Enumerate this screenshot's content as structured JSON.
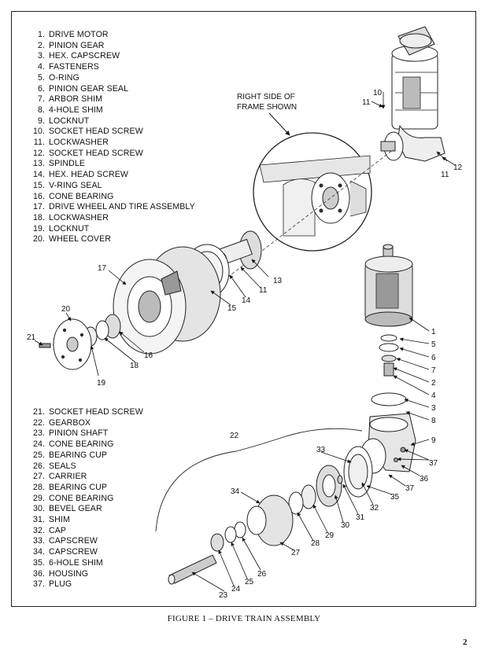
{
  "parts_top": [
    {
      "num": "1.",
      "name": "DRIVE MOTOR"
    },
    {
      "num": "2.",
      "name": "PINION GEAR"
    },
    {
      "num": "3.",
      "name": "HEX. CAPSCREW"
    },
    {
      "num": "4.",
      "name": "FASTENERS"
    },
    {
      "num": "5.",
      "name": "O-RING"
    },
    {
      "num": "6.",
      "name": "PINION GEAR SEAL"
    },
    {
      "num": "7.",
      "name": "ARBOR SHIM"
    },
    {
      "num": "8.",
      "name": "4-HOLE SHIM"
    },
    {
      "num": "9.",
      "name": "LOCKNUT"
    },
    {
      "num": "10.",
      "name": "SOCKET HEAD SCREW"
    },
    {
      "num": "11.",
      "name": "LOCKWASHER"
    },
    {
      "num": "12.",
      "name": "SOCKET HEAD SCREW"
    },
    {
      "num": "13.",
      "name": "SPINDLE"
    },
    {
      "num": "14.",
      "name": "HEX. HEAD SCREW"
    },
    {
      "num": "15.",
      "name": "V-RING SEAL"
    },
    {
      "num": "16.",
      "name": "CONE BEARING"
    },
    {
      "num": "17.",
      "name": "DRIVE WHEEL AND TIRE ASSEMBLY"
    },
    {
      "num": "18.",
      "name": "LOCKWASHER"
    },
    {
      "num": "19.",
      "name": "LOCKNUT"
    },
    {
      "num": "20.",
      "name": "WHEEL COVER"
    }
  ],
  "parts_bottom": [
    {
      "num": "21.",
      "name": "SOCKET HEAD SCREW"
    },
    {
      "num": "22.",
      "name": "GEARBOX"
    },
    {
      "num": "23.",
      "name": "PINION SHAFT"
    },
    {
      "num": "24.",
      "name": "CONE BEARING"
    },
    {
      "num": "25.",
      "name": "BEARING CUP"
    },
    {
      "num": "26.",
      "name": "SEALS"
    },
    {
      "num": "27.",
      "name": "CARRIER"
    },
    {
      "num": "28.",
      "name": "BEARING CUP"
    },
    {
      "num": "29.",
      "name": "CONE BEARING"
    },
    {
      "num": "30.",
      "name": "BEVEL GEAR"
    },
    {
      "num": "31.",
      "name": "SHIM"
    },
    {
      "num": "32.",
      "name": "CAP"
    },
    {
      "num": "33.",
      "name": "CAPSCREW"
    },
    {
      "num": "34.",
      "name": "CAPSCREW"
    },
    {
      "num": "35.",
      "name": "6-HOLE SHIM"
    },
    {
      "num": "36.",
      "name": "HOUSING"
    },
    {
      "num": "37.",
      "name": "PLUG"
    }
  ],
  "callout_note": [
    "RIGHT SIDE OF",
    "FRAME SHOWN"
  ],
  "callouts": {
    "c1": "1",
    "c2": "2",
    "c3": "3",
    "c4": "4",
    "c5": "5",
    "c6": "6",
    "c7": "7",
    "c8": "8",
    "c9": "9",
    "c10": "10",
    "c11a": "11",
    "c11b": "11",
    "c11c": "11",
    "c12": "12",
    "c13": "13",
    "c14": "14",
    "c15": "15",
    "c16": "16",
    "c17": "17",
    "c18": "18",
    "c19": "19",
    "c20": "20",
    "c21": "21",
    "c22": "22",
    "c23": "23",
    "c24": "24",
    "c25": "25",
    "c26": "26",
    "c27": "27",
    "c28": "28",
    "c29": "29",
    "c30": "30",
    "c31": "31",
    "c32": "32",
    "c33": "33",
    "c34": "34",
    "c35": "35",
    "c36": "36",
    "c37a": "37",
    "c37b": "37"
  },
  "caption": "FIGURE 1 – DRIVE TRAIN ASSEMBLY",
  "page_number": "2"
}
